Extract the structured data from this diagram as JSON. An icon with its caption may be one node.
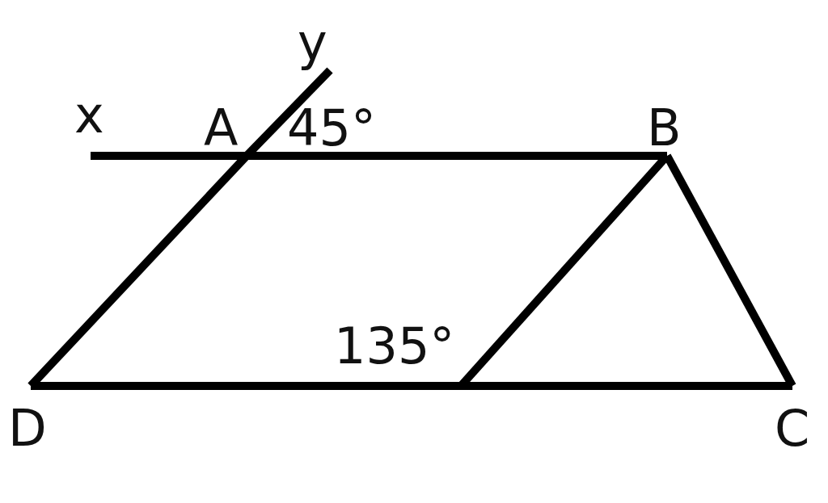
{
  "diagram": {
    "nodes": [
      {
        "text": [
          "x"
        ]
      },
      {
        "text": [
          "y"
        ]
      },
      {
        "text": [
          "A"
        ]
      },
      {
        "text": [
          "B"
        ]
      },
      {
        "text": [
          "C"
        ]
      },
      {
        "text": [
          "D"
        ]
      }
    ],
    "edges": [
      {
        "from": 0,
        "to": 2,
        "arrow": "none"
      },
      {
        "from": 2,
        "to": 3,
        "arrow": "none"
      },
      {
        "from": 1,
        "to": 2,
        "arrow": "none"
      },
      {
        "from": 2,
        "to": 5,
        "arrow": "none"
      },
      {
        "from": 3,
        "to": 4,
        "arrow": "none"
      },
      {
        "from": 5,
        "to": 4,
        "arrow": "none"
      },
      {
        "from": 3,
        "to": null,
        "arrow": "none"
      }
    ],
    "labels": [
      "45°",
      "135°"
    ]
  }
}
